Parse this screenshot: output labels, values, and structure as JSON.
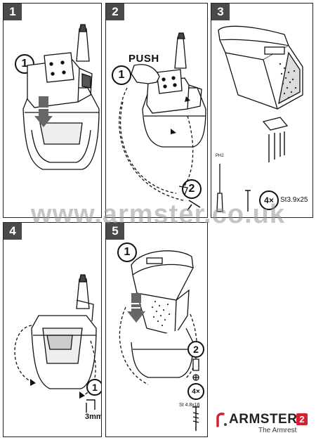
{
  "steps": [
    {
      "number": "1"
    },
    {
      "number": "2",
      "push_label": "PUSH"
    },
    {
      "number": "3",
      "screw_count": "4×",
      "screw_spec": "St3.9x25",
      "bit_label": "PH2"
    },
    {
      "number": "4",
      "hole_size": "3mm"
    },
    {
      "number": "5",
      "screw_count": "4×",
      "screw_spec": "St 4.8x16"
    }
  ],
  "callouts": {
    "one": "1",
    "two": "2"
  },
  "watermark": "www.armster.co.uk",
  "logo": {
    "brand": "ARMSTER",
    "model": "2",
    "tagline": "The Armrest",
    "accent": "#d7202f"
  }
}
